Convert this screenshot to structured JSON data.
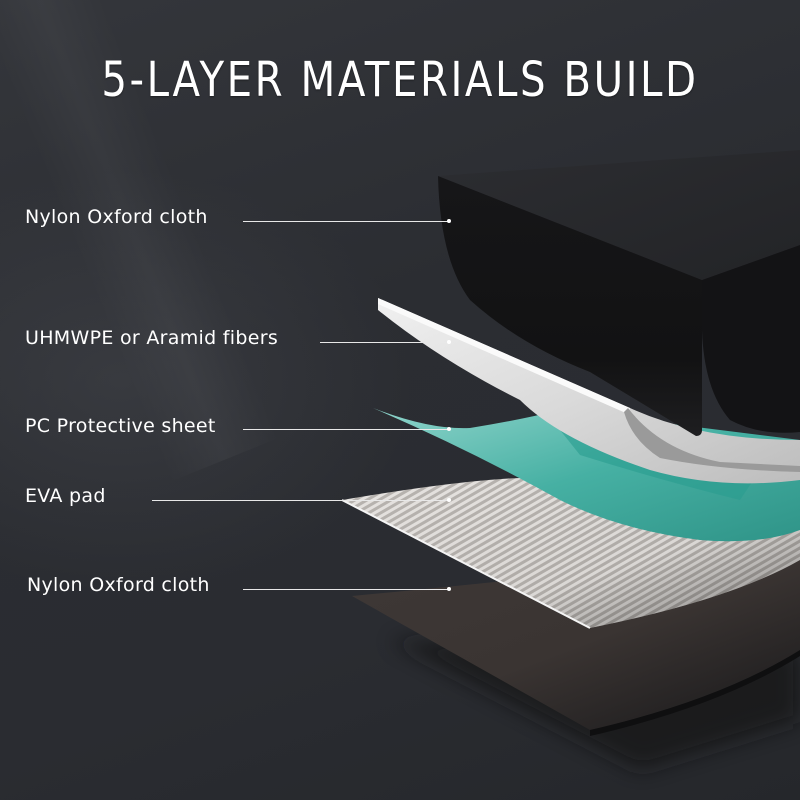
{
  "title": "5-LAYER MATERIALS BUILD",
  "colors": {
    "background": "#2a2c31",
    "title_text": "#ffffff",
    "label_text": "#ffffff",
    "layer_outer_top": "#141416",
    "layer_fiber": "#d9d9d9",
    "layer_pc_sheet": "#3fa89c",
    "layer_eva": "#bdb9b5",
    "layer_outer_bottom": "#3a3533"
  },
  "layers": [
    {
      "index": 1,
      "label": "Nylon Oxford cloth",
      "icon": "black-fabric-layer-icon"
    },
    {
      "index": 2,
      "label": "UHMWPE or Aramid fibers",
      "icon": "white-fiber-layer-icon"
    },
    {
      "index": 3,
      "label": "PC Protective sheet",
      "icon": "teal-sheet-layer-icon"
    },
    {
      "index": 4,
      "label": "EVA pad",
      "icon": "ribbed-pad-layer-icon"
    },
    {
      "index": 5,
      "label": "Nylon Oxford cloth",
      "icon": "brown-fabric-layer-icon"
    }
  ]
}
